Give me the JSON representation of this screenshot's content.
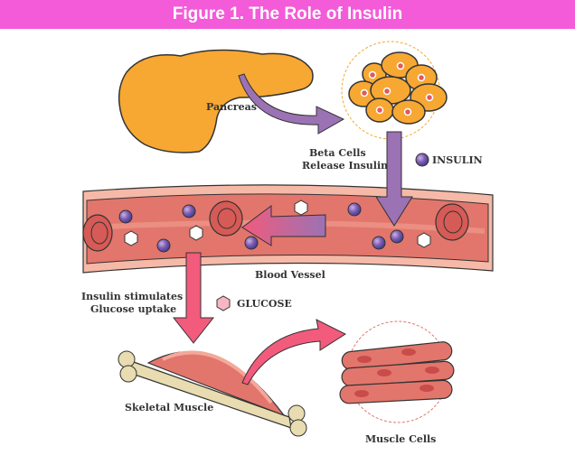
{
  "title": "Figure 1. The Role of Insulin",
  "labels": {
    "pancreas": "Pancreas",
    "beta_cells_line1": "Beta Cells",
    "beta_cells_line2": "Release Insulin",
    "insulin_legend": "INSULIN",
    "blood_vessel": "Blood Vessel",
    "stimulates_line1": "Insulin stimulates",
    "stimulates_line2": "Glucose uptake",
    "glucose_legend": "GLUCOSE",
    "skeletal_muscle": "Skeletal Muscle",
    "muscle_cells": "Muscle Cells"
  },
  "colors": {
    "title_bg": "#f35bd8",
    "pancreas": "#f6a833",
    "insulin_arrow": "#9b72b4",
    "glucose_arrow": "#f25b7c",
    "vessel": "#e2766c",
    "vessel_wall": "#f6b9a8",
    "bone": "#e8dcb0",
    "muscle": "#e2766c"
  }
}
